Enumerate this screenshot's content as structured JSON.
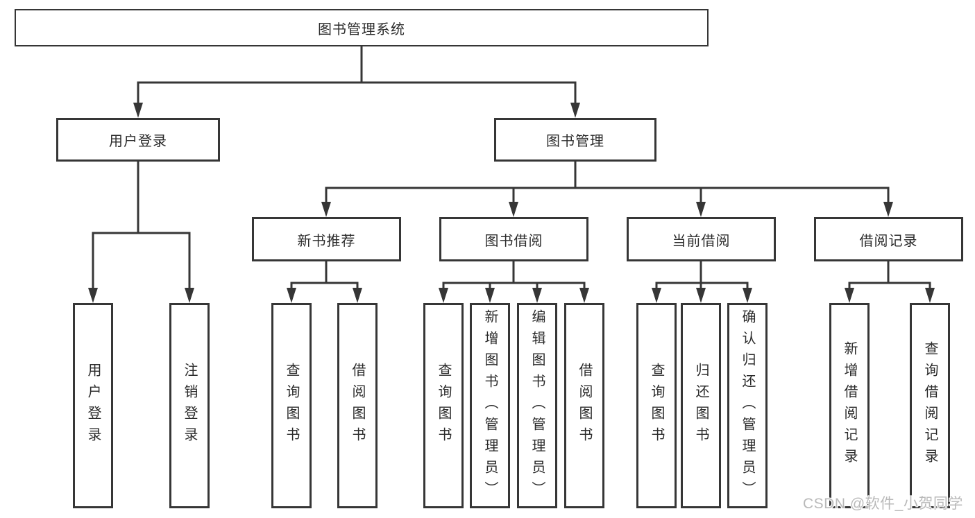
{
  "diagram_type": "hierarchy-tree",
  "colors": {
    "line": "#363636",
    "box_border": "#363636",
    "box_fill": "#ffffff",
    "text": "#2b2b2b",
    "background": "#ffffff",
    "watermark_text": "#b9b9b9"
  },
  "tree": {
    "root": {
      "label": "图书管理系统"
    },
    "branches": [
      {
        "label": "用户登录",
        "children": [
          {
            "label": "用户登录"
          },
          {
            "label": "注销登录"
          }
        ]
      },
      {
        "label": "图书管理",
        "children": [
          {
            "label": "新书推荐",
            "children": [
              {
                "label": "查询图书"
              },
              {
                "label": "借阅图书"
              }
            ]
          },
          {
            "label": "图书借阅",
            "children": [
              {
                "label": "查询图书"
              },
              {
                "label": "新增图书（管理员）"
              },
              {
                "label": "编辑图书（管理员）"
              },
              {
                "label": "借阅图书"
              }
            ]
          },
          {
            "label": "当前借阅",
            "children": [
              {
                "label": "查询图书"
              },
              {
                "label": "归还图书"
              },
              {
                "label": "确认归还（管理员）"
              }
            ]
          },
          {
            "label": "借阅记录",
            "children": [
              {
                "label": "新增借阅记录"
              },
              {
                "label": "查询借阅记录"
              }
            ]
          }
        ]
      }
    ]
  },
  "watermark": "CSDN @软件_小贺同学"
}
